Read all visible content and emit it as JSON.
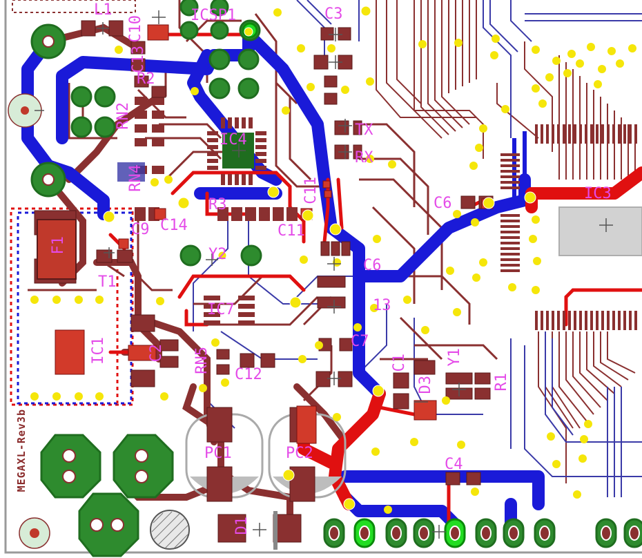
{
  "board": {
    "name": "MEGAXL-Rev3b",
    "colors": {
      "background": "#ffffff",
      "top_copper": "#e01010",
      "bottom_copper": "#1a1ad8",
      "signal_trace": "#8a3030",
      "bottom_signal": "#3a3aa8",
      "pad_fill": "#c0392b",
      "pad_outline": "#1f6d1f",
      "through_hole": "#2e8b2e",
      "via": "#f5e60a",
      "silkscreen": "#e44be8"
    }
  },
  "labels": {
    "L1": "L1",
    "C10": "C10",
    "ICSP1": "ICSP1",
    "C3": "C3",
    "C13": "C13",
    "R2": "R2",
    "RN2": "RN2",
    "IC4": "IC4",
    "RN4": "RN4",
    "TX": "TX",
    "RX": "RX",
    "IC3": "IC3",
    "C6a": "C6",
    "R3": "R3",
    "C9": "C9",
    "C14": "C14",
    "C11": "C11",
    "F1": "F1",
    "T1": "T1",
    "Y2": "Y2",
    "C6b": "C6",
    "IC7": "IC7",
    "C13b": "13",
    "IC1": "IC1",
    "C2": "C2",
    "RN5": "RN5",
    "C12": "C12",
    "C7": "C7",
    "C1": "C1",
    "D3": "D3",
    "Y1": "Y1",
    "R1": "R1",
    "PC1": "PC1",
    "PC2": "PC2",
    "C4": "C4",
    "D1": "D1"
  }
}
